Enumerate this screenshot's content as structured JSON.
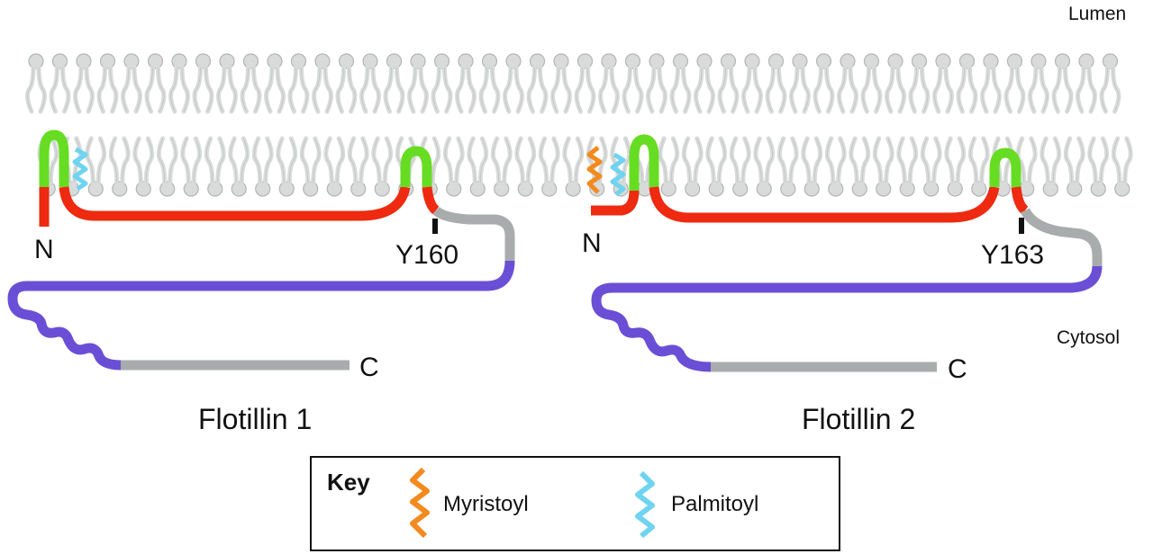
{
  "regions": {
    "lumen": "Lumen",
    "cytosol": "Cytosol"
  },
  "colors": {
    "lipid_fill": "#d9dbdb",
    "lipid_stroke": "#b2b5b5",
    "hairpin": "#66dd22",
    "phb_domain": "#ee2a10",
    "linker": "#a9acac",
    "flotillin_domain": "#6a4fd6",
    "myristoyl": "#f28a1e",
    "palmitoyl": "#6fd4ef",
    "tyrosine_mark": "#111111"
  },
  "proteins": [
    {
      "name": "Flotillin 1",
      "n_terminus": "N",
      "c_terminus": "C",
      "phosphosite": "Y160",
      "lipid_modifications": [
        "palmitoyl"
      ]
    },
    {
      "name": "Flotillin 2",
      "n_terminus": "N",
      "c_terminus": "C",
      "phosphosite": "Y163",
      "lipid_modifications": [
        "myristoyl",
        "palmitoyl"
      ]
    }
  ],
  "key": {
    "title": "Key",
    "items": [
      {
        "label": "Myristoyl",
        "icon": "myristoyl-zigzag-icon"
      },
      {
        "label": "Palmitoyl",
        "icon": "palmitoyl-zigzag-icon"
      }
    ]
  }
}
